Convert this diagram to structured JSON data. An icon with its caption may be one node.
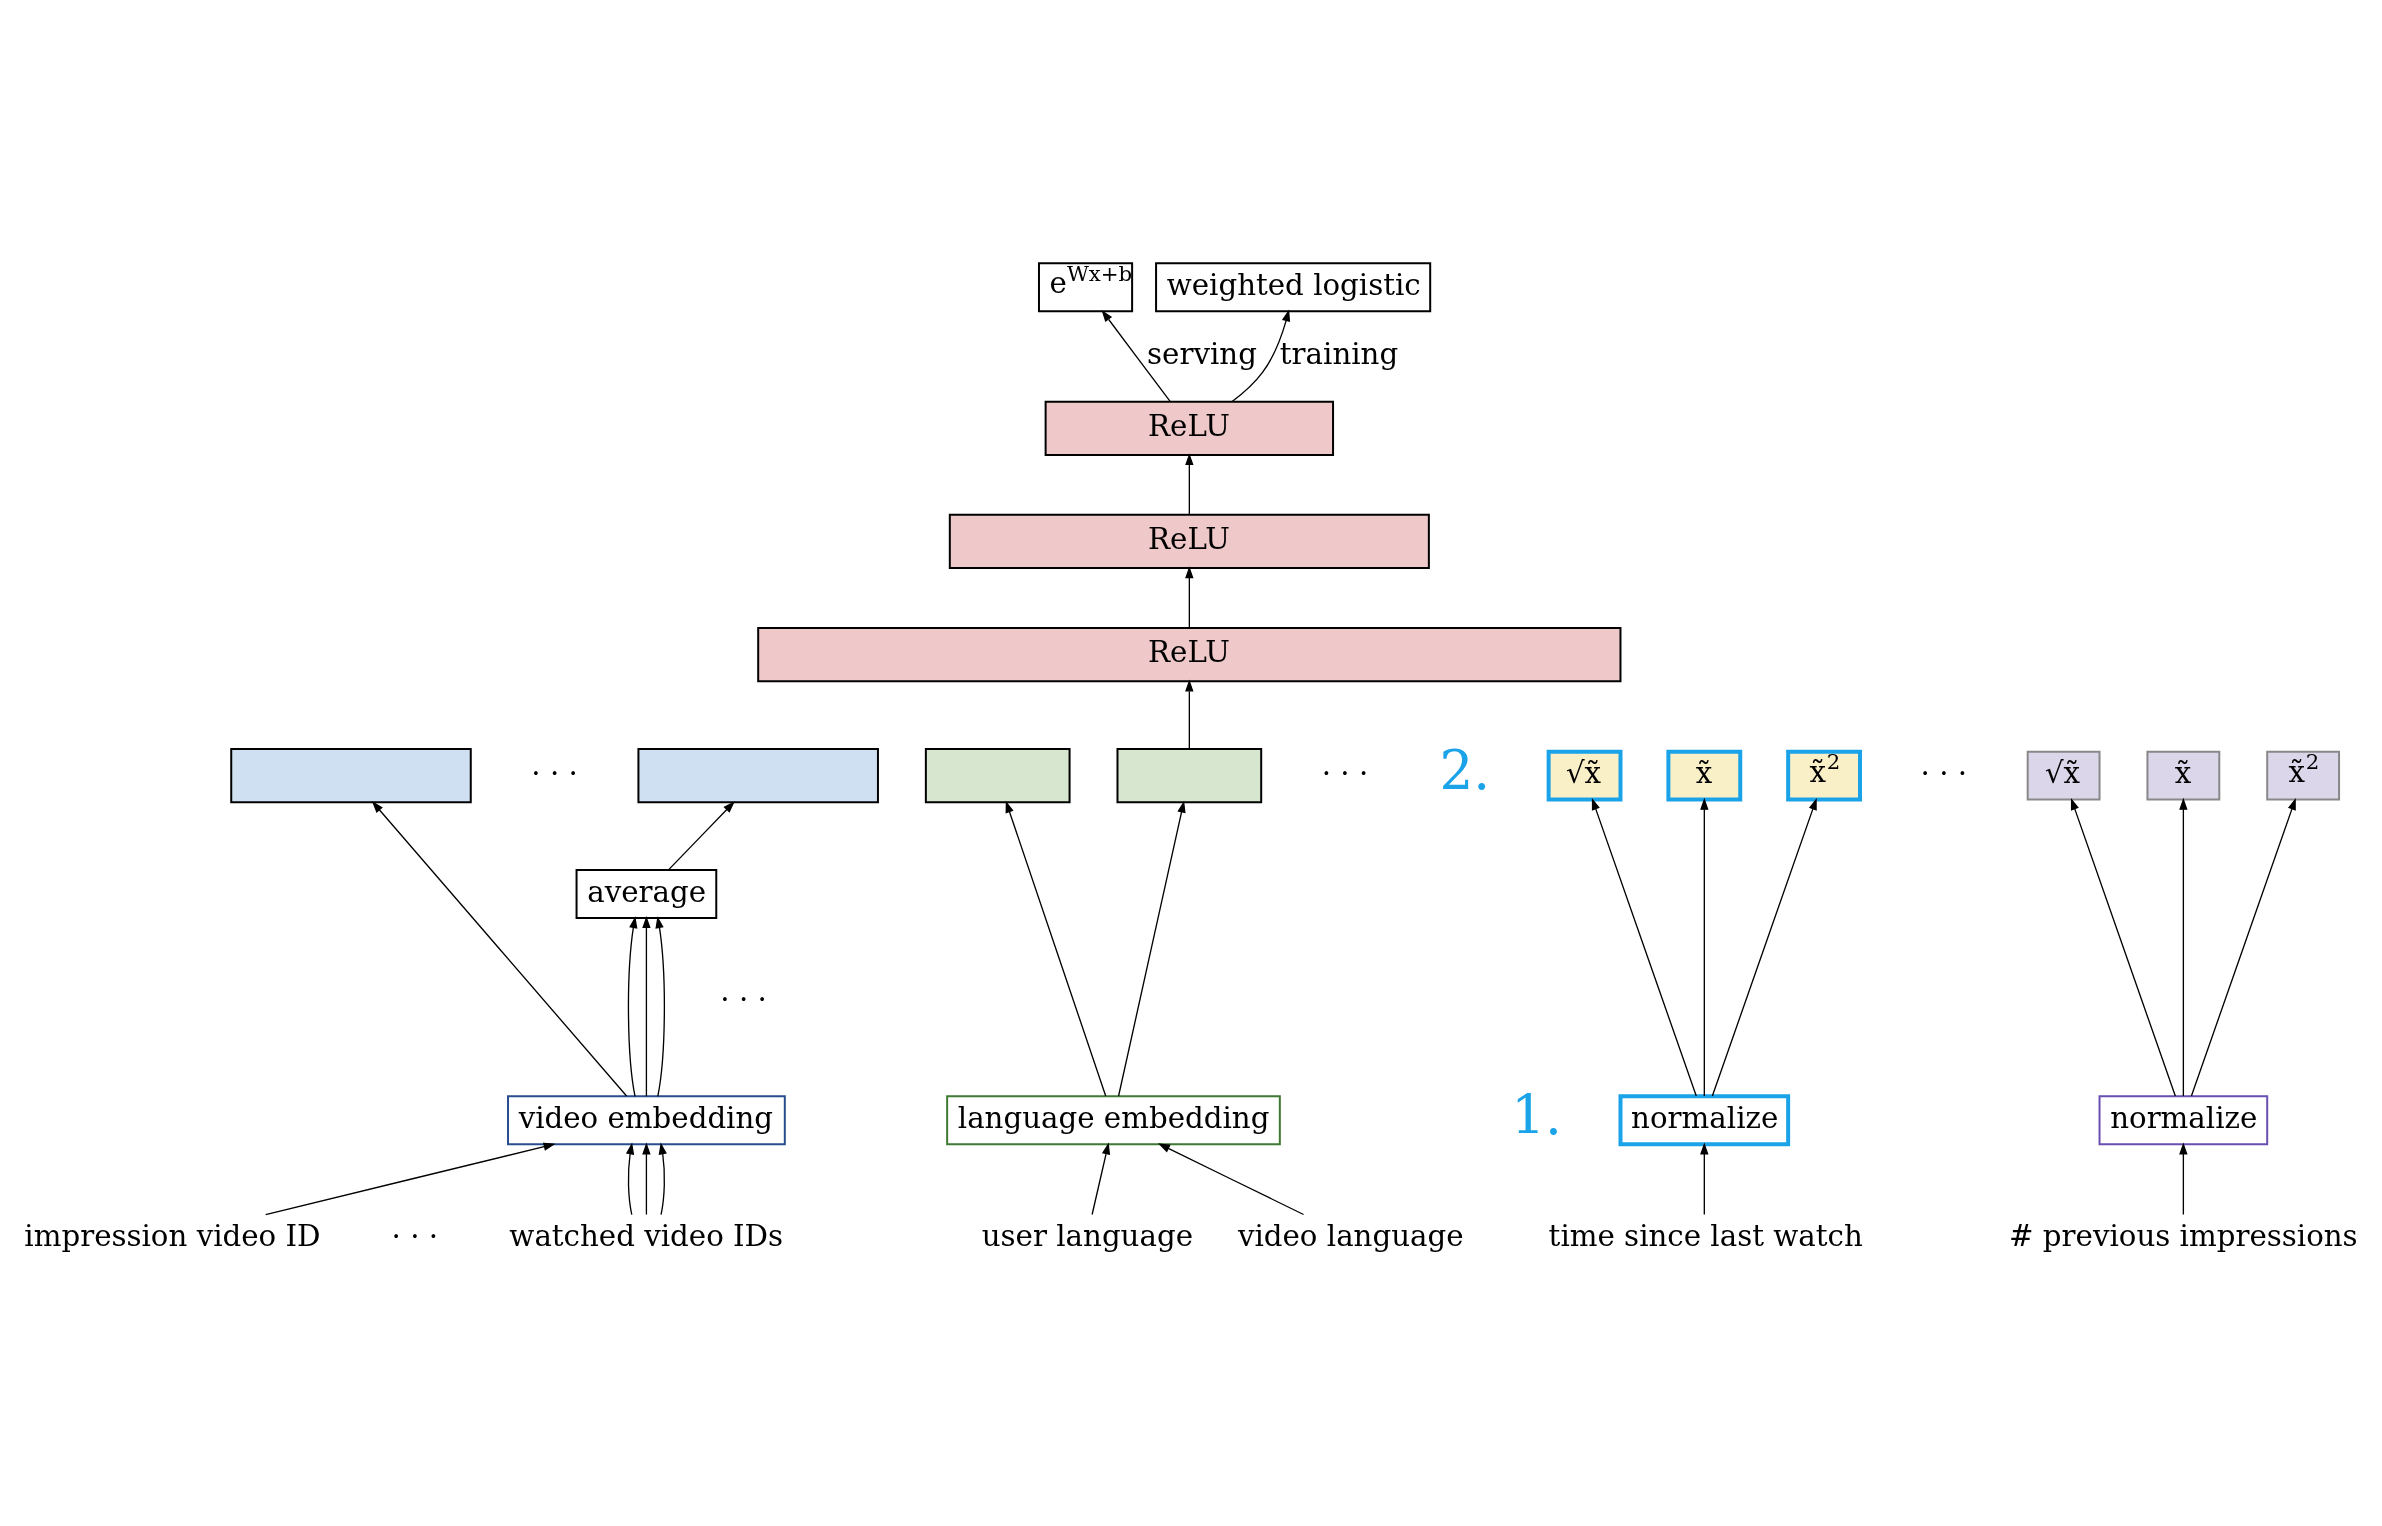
{
  "diagram": {
    "nodes": [
      {
        "text": [
          "e$^{Wx+b}$"
        ]
      },
      {
        "text": [
          "weighted logistic"
        ]
      },
      {
        "text": [
          "ReLU"
        ]
      },
      {
        "text": [
          "ReLU"
        ]
      },
      {
        "text": [
          "ReLU"
        ]
      },
      {
        "text": [],
        "shape": "box"
      },
      {
        "text": [],
        "shape": "box"
      },
      {
        "text": [],
        "shape": "box"
      },
      {
        "text": [],
        "shape": "box"
      },
      {
        "text": [
          "√x̃"
        ]
      },
      {
        "text": [
          "x̃"
        ]
      },
      {
        "text": [
          "x̃$^{2}$"
        ]
      },
      {
        "text": [
          "√x̃"
        ]
      },
      {
        "text": [
          "x̃"
        ]
      },
      {
        "text": [
          "x̃$^{2}$"
        ]
      },
      {
        "text": [
          "average"
        ]
      },
      {
        "text": [
          "language embedding"
        ]
      },
      {
        "text": [
          "video embedding"
        ]
      },
      {
        "text": [
          "normalize"
        ]
      },
      {
        "text": [
          "normalize"
        ]
      },
      {
        "text": [
          "user language"
        ]
      },
      {
        "text": [
          "video language"
        ]
      },
      {
        "text": [
          "impression video ID"
        ]
      },
      {
        "text": [
          "watched video IDs"
        ]
      },
      {
        "text": [
          "time since last watch"
        ]
      },
      {
        "text": [
          "# previous impressions"
        ]
      }
    ],
    "edges": [
      {
        "from": 2,
        "to": 0,
        "arrow": "to",
        "label": "serving"
      },
      {
        "from": 2,
        "to": 1,
        "arrow": "to",
        "label": "training"
      },
      {
        "from": 3,
        "to": 2,
        "arrow": "to"
      },
      {
        "from": 4,
        "to": 3,
        "arrow": "to"
      },
      {
        "from": 8,
        "to": 4,
        "arrow": "to"
      },
      {
        "from": 17,
        "to": 5,
        "arrow": "to"
      },
      {
        "from": 17,
        "to": 15,
        "arrow": "to"
      },
      {
        "from": 17,
        "to": 15,
        "arrow": "to"
      },
      {
        "from": 17,
        "to": 15,
        "arrow": "to"
      },
      {
        "from": 15,
        "to": 6,
        "arrow": "to"
      },
      {
        "from": 16,
        "to": 7,
        "arrow": "to"
      },
      {
        "from": 16,
        "to": 8,
        "arrow": "to"
      },
      {
        "from": 20,
        "to": 16,
        "arrow": "to"
      },
      {
        "from": 21,
        "to": 16,
        "arrow": "to"
      },
      {
        "from": 22,
        "to": 17,
        "arrow": "to"
      },
      {
        "from": 23,
        "to": 17,
        "arrow": "to"
      },
      {
        "from": 23,
        "to": 17,
        "arrow": "to"
      },
      {
        "from": 23,
        "to": 17,
        "arrow": "to"
      },
      {
        "from": 18,
        "to": 9,
        "arrow": "to"
      },
      {
        "from": 18,
        "to": 10,
        "arrow": "to"
      },
      {
        "from": 18,
        "to": 11,
        "arrow": "to"
      },
      {
        "from": 24,
        "to": 18,
        "arrow": "to"
      },
      {
        "from": 19,
        "to": 12,
        "arrow": "to"
      },
      {
        "from": 19,
        "to": 13,
        "arrow": "to"
      },
      {
        "from": 19,
        "to": 14,
        "arrow": "to"
      },
      {
        "from": 25,
        "to": 19,
        "arrow": "to"
      }
    ],
    "labels": [
      "2.",
      "· · ·",
      "· · ·",
      "· · ·",
      "· · ·",
      "1.",
      "· · ·"
    ]
  }
}
